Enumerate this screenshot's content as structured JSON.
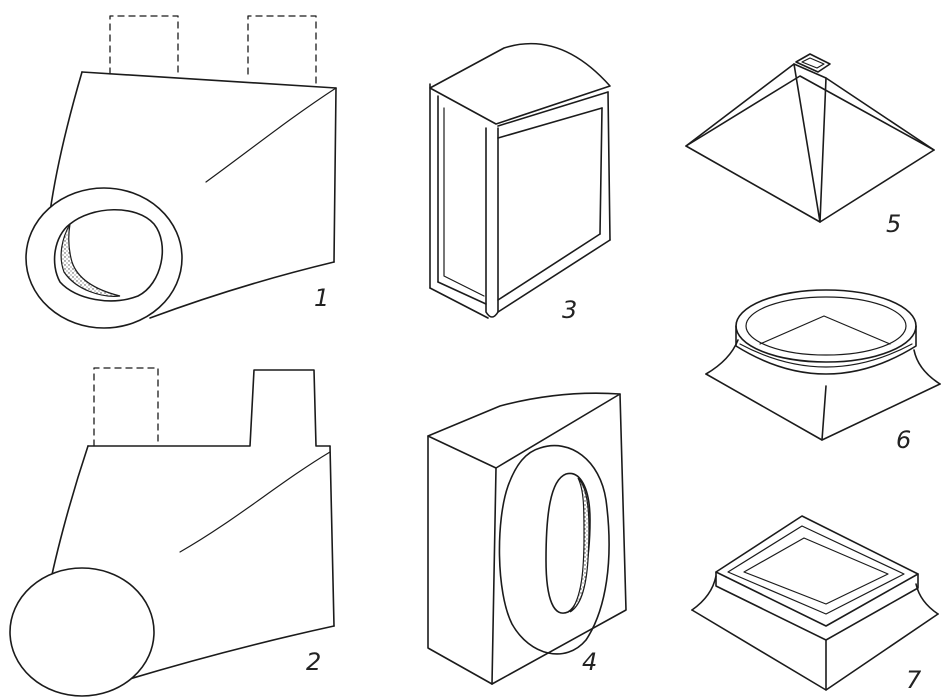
{
  "figure_labels": [
    "1",
    "2",
    "3",
    "4",
    "5",
    "6",
    "7"
  ],
  "colors": {
    "line": "#1b1b1b",
    "background": "#ffffff",
    "label": "#222222"
  }
}
